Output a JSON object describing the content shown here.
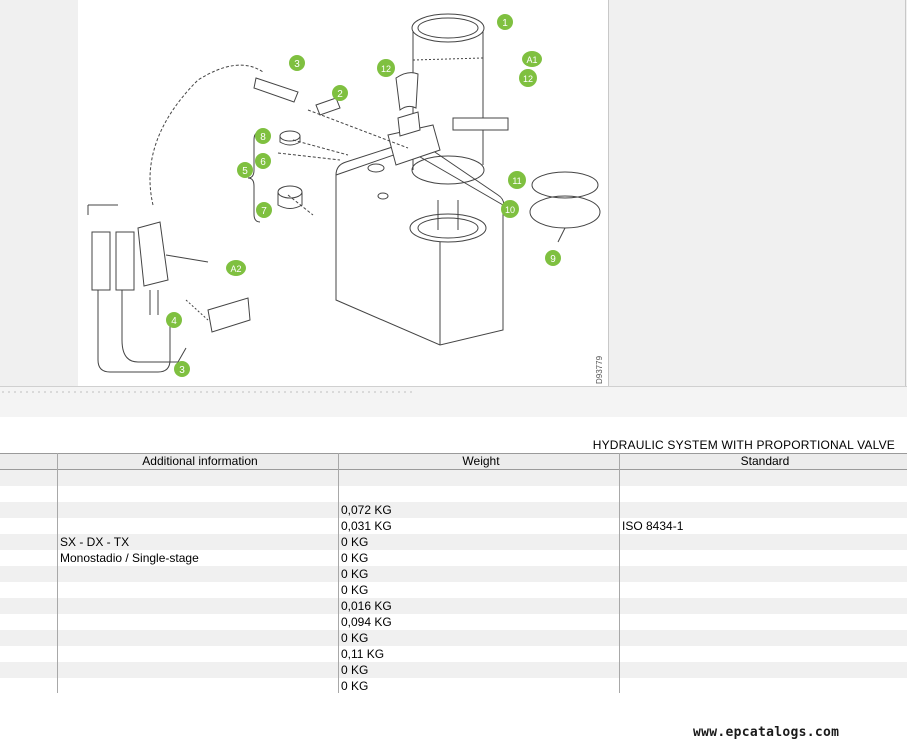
{
  "drawing": {
    "code": "D93779",
    "callouts": [
      {
        "id": "c1",
        "label": "1"
      },
      {
        "id": "c2",
        "label": "2"
      },
      {
        "id": "c3a",
        "label": "3"
      },
      {
        "id": "c3b",
        "label": "3"
      },
      {
        "id": "c4",
        "label": "4"
      },
      {
        "id": "c5",
        "label": "5"
      },
      {
        "id": "c6",
        "label": "6"
      },
      {
        "id": "c7",
        "label": "7"
      },
      {
        "id": "c8",
        "label": "8"
      },
      {
        "id": "c9",
        "label": "9"
      },
      {
        "id": "c10",
        "label": "10"
      },
      {
        "id": "c11",
        "label": "11"
      },
      {
        "id": "c12a",
        "label": "12"
      },
      {
        "id": "c12b",
        "label": "12"
      },
      {
        "id": "cA1",
        "label": "A1"
      },
      {
        "id": "cA2",
        "label": "A2"
      }
    ],
    "callout_color": "#7fc040"
  },
  "section_title": "HYDRAULIC SYSTEM WITH PROPORTIONAL VALVE",
  "table": {
    "headers": [
      "",
      "Additional information",
      "Weight",
      "Standard"
    ],
    "rows": [
      [
        "",
        "",
        "",
        ""
      ],
      [
        "",
        "",
        "",
        ""
      ],
      [
        "",
        "",
        "0,072 KG",
        ""
      ],
      [
        "",
        "",
        "0,031 KG",
        "ISO 8434-1"
      ],
      [
        "",
        "SX - DX - TX",
        "0 KG",
        ""
      ],
      [
        "",
        "Monostadio / Single-stage",
        "0 KG",
        ""
      ],
      [
        "",
        "",
        "0 KG",
        ""
      ],
      [
        "",
        "",
        "0 KG",
        ""
      ],
      [
        "",
        "",
        "0,016 KG",
        ""
      ],
      [
        "",
        "",
        "0,094 KG",
        ""
      ],
      [
        "",
        "",
        "0 KG",
        ""
      ],
      [
        "",
        "",
        "0,11 KG",
        ""
      ],
      [
        "",
        "",
        "0 KG",
        ""
      ],
      [
        "",
        "",
        "0 KG",
        ""
      ]
    ]
  },
  "watermark": "www.epcatalogs.com"
}
